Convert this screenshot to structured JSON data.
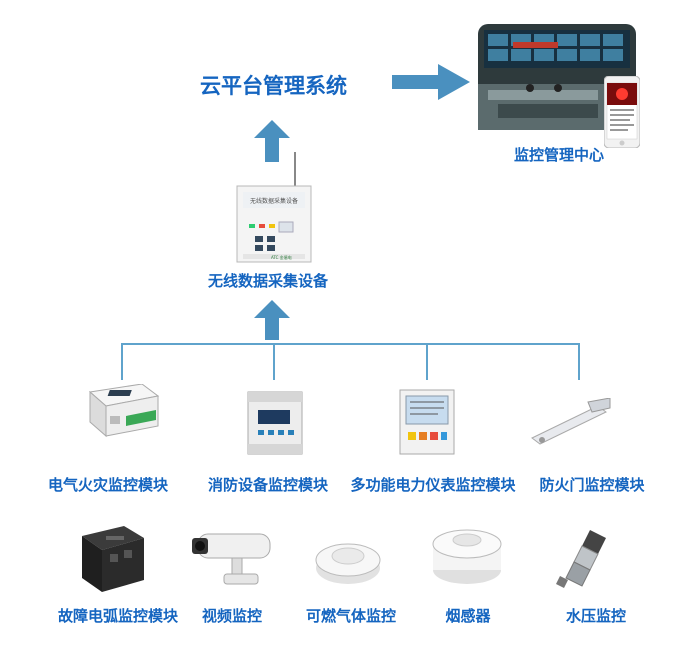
{
  "title": "云平台管理系统",
  "center_label": "监控管理中心",
  "collector_label": "无线数据采集设备",
  "collector_screen_text": "无线数据采集设备",
  "collector_brand": "ATC 金盾电",
  "row1": [
    {
      "label": "电气火灾监控模块",
      "icon": "din-rail-module-icon"
    },
    {
      "label": "消防设备监控模块",
      "icon": "fire-equipment-monitor-icon"
    },
    {
      "label": "多功能电力仪表监控模块",
      "icon": "power-meter-icon"
    },
    {
      "label": "防火门监控模块",
      "icon": "door-sensor-rod-icon"
    }
  ],
  "row2": [
    {
      "label": "故障电弧监控模块",
      "icon": "arc-fault-module-icon"
    },
    {
      "label": "视频监控",
      "icon": "cctv-camera-icon"
    },
    {
      "label": "可燃气体监控",
      "icon": "gas-detector-icon"
    },
    {
      "label": "烟感器",
      "icon": "smoke-detector-icon"
    },
    {
      "label": "水压监控",
      "icon": "pressure-sensor-icon"
    }
  ],
  "colors": {
    "accent": "#1565c0",
    "arrow": "#4a90bf",
    "connector": "#5fa3cc"
  }
}
